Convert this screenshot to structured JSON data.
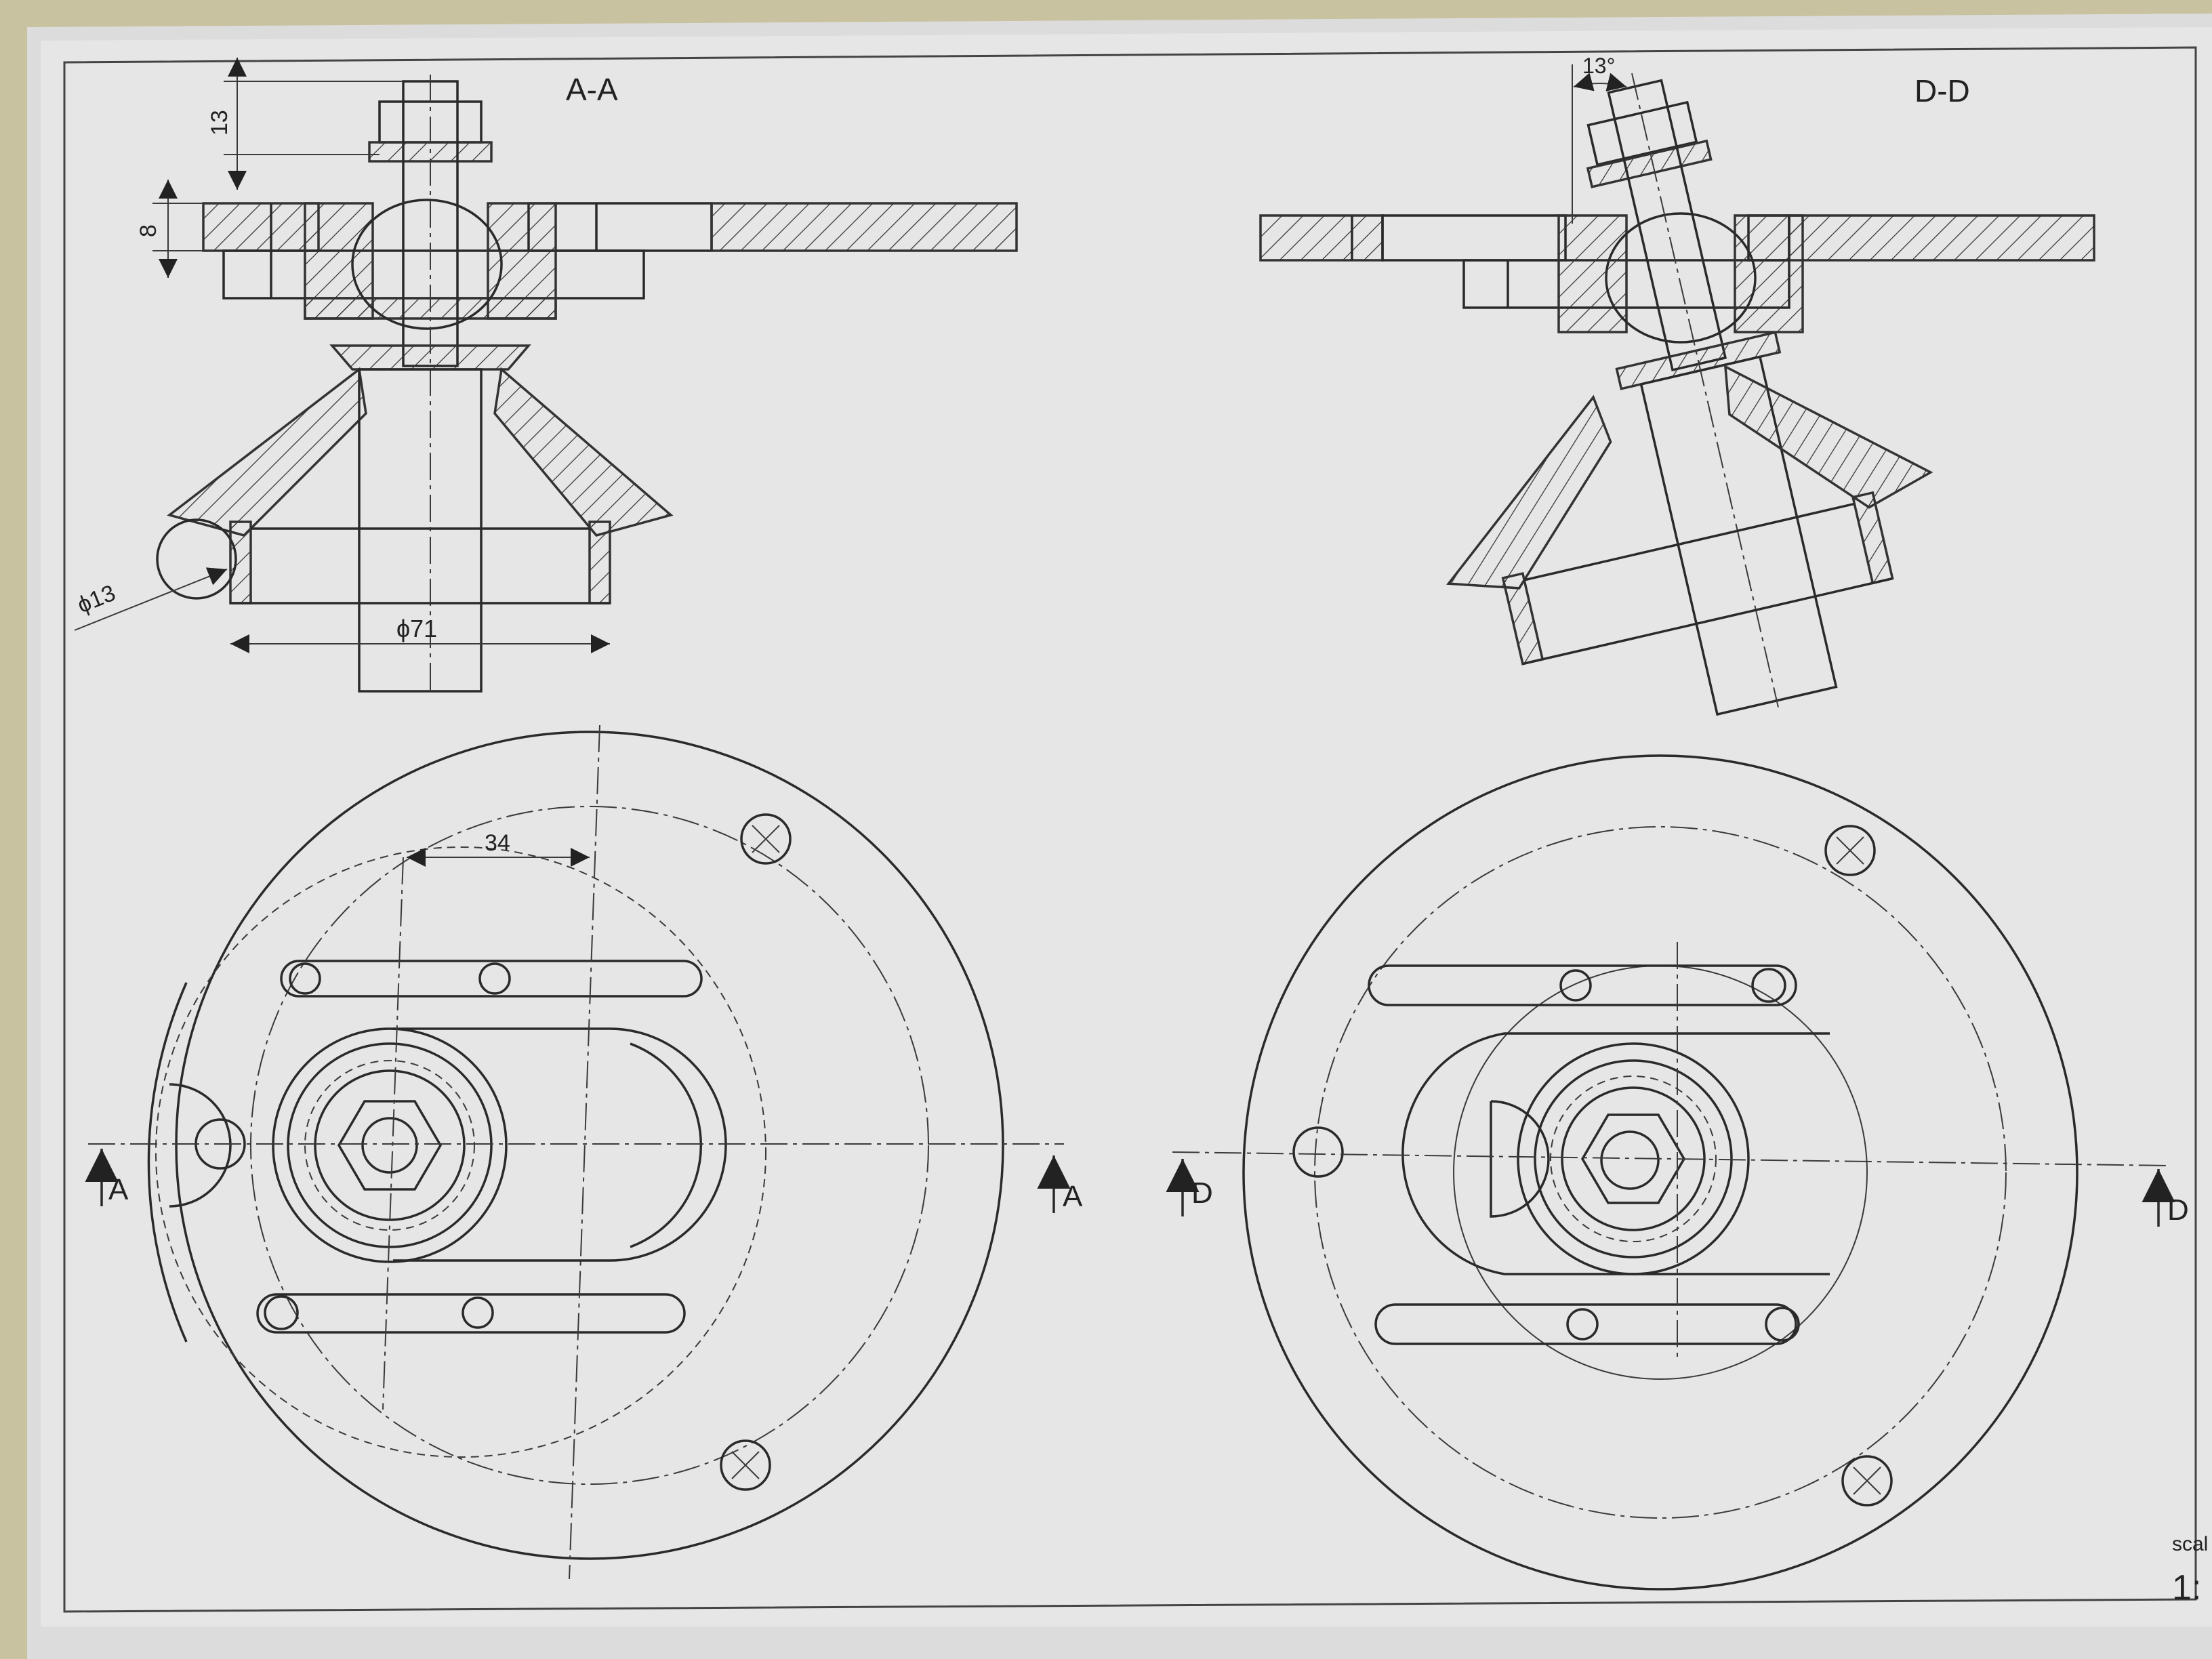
{
  "views": {
    "section_a": {
      "title": "A-A"
    },
    "section_d": {
      "title": "D-D"
    }
  },
  "dimensions": {
    "height_13": "13",
    "thickness_8": "8",
    "diameter_13": "ϕ13",
    "diameter_71": "ϕ71",
    "offset_34": "34",
    "angle_13": "13°"
  },
  "section_markers": {
    "a_left": "A",
    "a_right": "A",
    "d_left": "D",
    "d_right": "D"
  },
  "title_block": {
    "scale_label": "scal",
    "scale_value": "1:"
  }
}
